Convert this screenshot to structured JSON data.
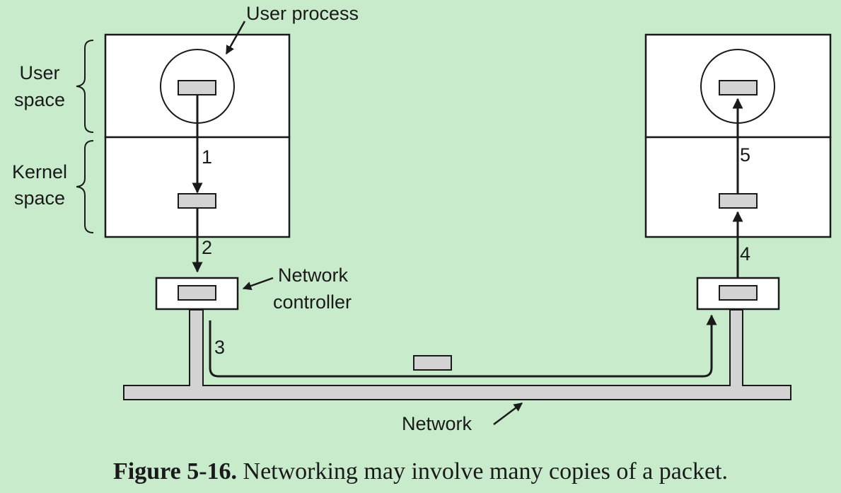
{
  "labels": {
    "user_process": "User process",
    "user_space": [
      "User",
      "space"
    ],
    "kernel_space": [
      "Kernel",
      "space"
    ],
    "network_controller": [
      "Network",
      "controller"
    ],
    "network": "Network"
  },
  "steps": [
    "1",
    "2",
    "3",
    "4",
    "5"
  ],
  "caption": {
    "number": "Figure 5-16.",
    "text": "Networking may involve many copies of a packet."
  },
  "colors": {
    "background": "#c8ebcc",
    "packet": "#d3d3d3",
    "box": "#ffffff",
    "line": "#1a1a1a",
    "network_bar": "#d3d3d3"
  }
}
